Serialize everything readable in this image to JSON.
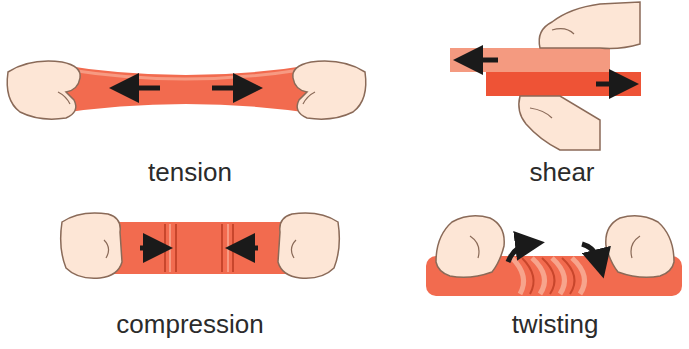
{
  "diagram": {
    "labels": [
      "tension",
      "shear",
      "compression",
      "twisting"
    ]
  }
}
